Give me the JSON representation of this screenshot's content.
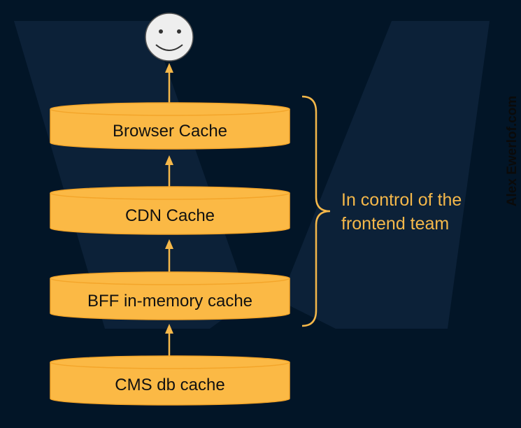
{
  "diagram": {
    "layers": [
      {
        "id": "browser",
        "label": "Browser Cache"
      },
      {
        "id": "cdn",
        "label": "CDN Cache"
      },
      {
        "id": "bff",
        "label": "BFF in-memory cache"
      },
      {
        "id": "cms",
        "label": "CMS db cache"
      }
    ],
    "brace_label_line1": "In control of the",
    "brace_label_line2": "frontend team",
    "user_icon": "smiley-face-icon",
    "watermark": "Alex Ewerlof.com"
  },
  "colors": {
    "background": "#021527",
    "watermark_shape": "#0c2138",
    "cylinder_fill": "#fbb945",
    "cylinder_stroke": "#f3a52a",
    "arrow": "#f5b84a",
    "brace": "#f5b84a",
    "brace_text": "#f5b84a",
    "face_fill": "#eeeeee",
    "face_stroke": "#555555"
  }
}
